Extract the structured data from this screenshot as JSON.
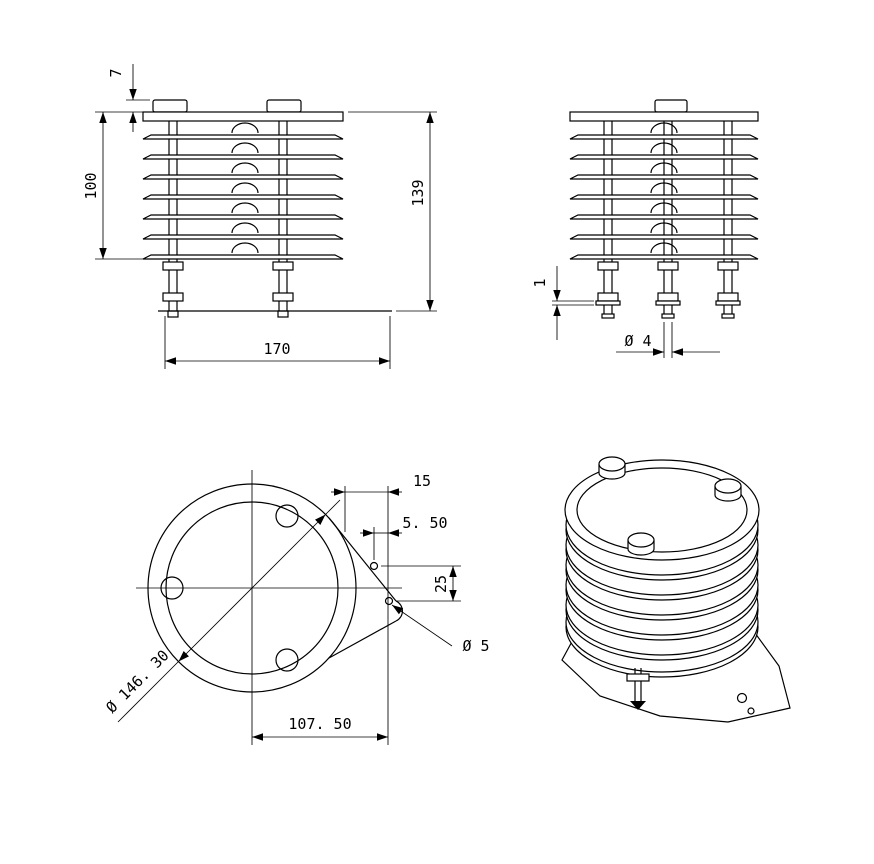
{
  "colors": {
    "line": "#000000",
    "background": "#ffffff"
  },
  "front": {
    "cap_height": "7",
    "body_height": "100",
    "total_height": "139",
    "base_width": "170"
  },
  "side": {
    "plate_thickness": "1",
    "bolt_diameter": "Ø 4"
  },
  "plan": {
    "hole_offset": "15",
    "hole_inset": "5. 50",
    "hole_spacing": "25",
    "hole_diameter": "Ø 5",
    "outer_diameter": "Ø 146. 30",
    "center_to_hole": "107. 50"
  }
}
